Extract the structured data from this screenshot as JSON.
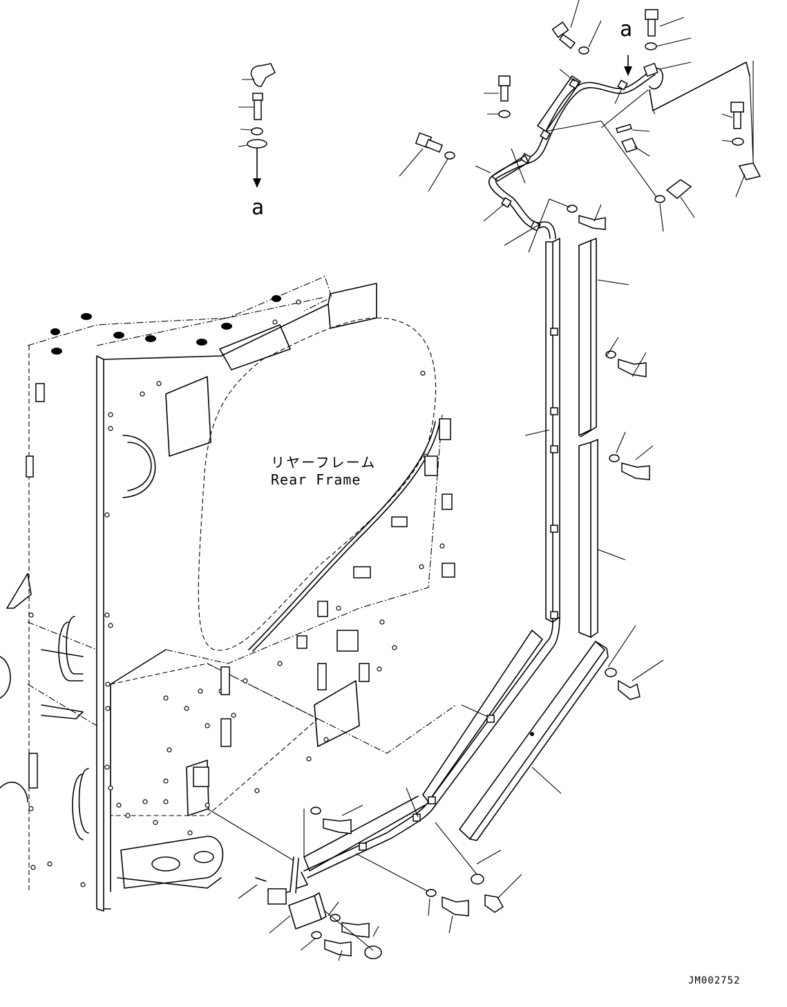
{
  "labels": {
    "frame_name_jp": "リヤーフレーム",
    "frame_name_en": "Rear Frame",
    "reference_a_left": "a",
    "reference_a_right": "a",
    "drawing_number": "JM002752"
  }
}
